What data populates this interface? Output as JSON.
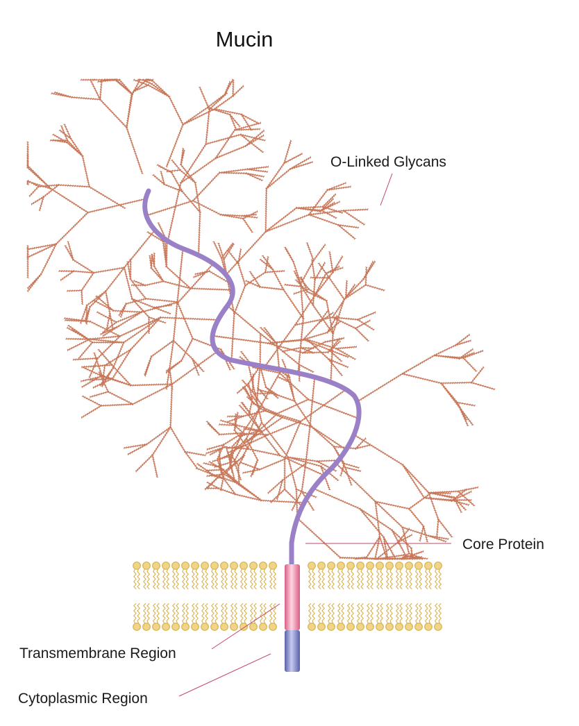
{
  "title": "Mucin",
  "labels": {
    "glycans": "O-Linked Glycans",
    "core_protein": "Core Protein",
    "transmembrane": "Transmembrane Region",
    "cytoplasmic": "Cytoplasmic Region"
  },
  "colors": {
    "glycan": "#c8785a",
    "core_protein": "#9a80c6",
    "membrane": "#f0d488",
    "membrane_stroke": "#d9b24e",
    "transmembrane_segment": "#ee8aa8",
    "cytoplasmic_segment": "#7d84c4",
    "leader_line": "#c2476a"
  },
  "icons": {
    "glycans": "glycan-tree",
    "membrane": "lipid-bilayer",
    "core_protein": "protein-chain"
  }
}
